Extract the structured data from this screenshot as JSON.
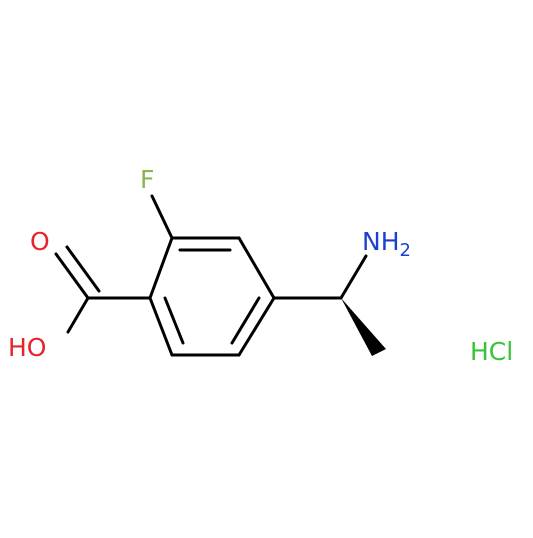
{
  "molecule": {
    "atoms": {
      "fluorine": "F",
      "oxygen_carbonyl": "O",
      "hydroxyl": "HO",
      "amine_n": "NH",
      "amine_subscript": "2",
      "salt": "HCl"
    },
    "colors": {
      "bond": "#000000",
      "fluorine": "#8db34a",
      "oxygen": "#e8222a",
      "nitrogen": "#1a3fd1",
      "chlorine": "#38c43a"
    }
  }
}
